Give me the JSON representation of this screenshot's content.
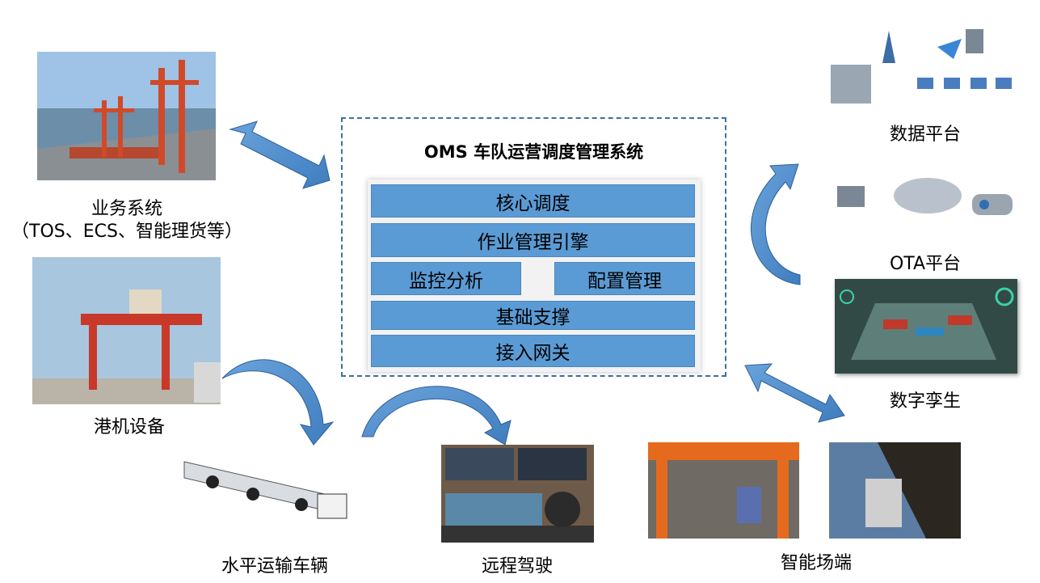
{
  "center": {
    "title": "OMS 车队运营调度管理系统",
    "layers": {
      "core": "核心调度",
      "engine": "作业管理引擎",
      "monitor": "监控分析",
      "config": "配置管理",
      "base": "基础支撑",
      "gateway": "接入网关"
    }
  },
  "nodes": {
    "business": {
      "line1": "业务系统",
      "line2": "（TOS、ECS、智能理货等）"
    },
    "port_machine": "港机设备",
    "horizontal": "水平运输车辆",
    "remote": "远程驾驶",
    "smart_yard": "智能场端",
    "data_platform": "数据平台",
    "ota_platform": "OTA平台",
    "digital_twin": "数字孪生"
  },
  "colors": {
    "layer": "#5b9bd5",
    "frame": "#3e6fa8",
    "arrow": "#4a86c8"
  }
}
